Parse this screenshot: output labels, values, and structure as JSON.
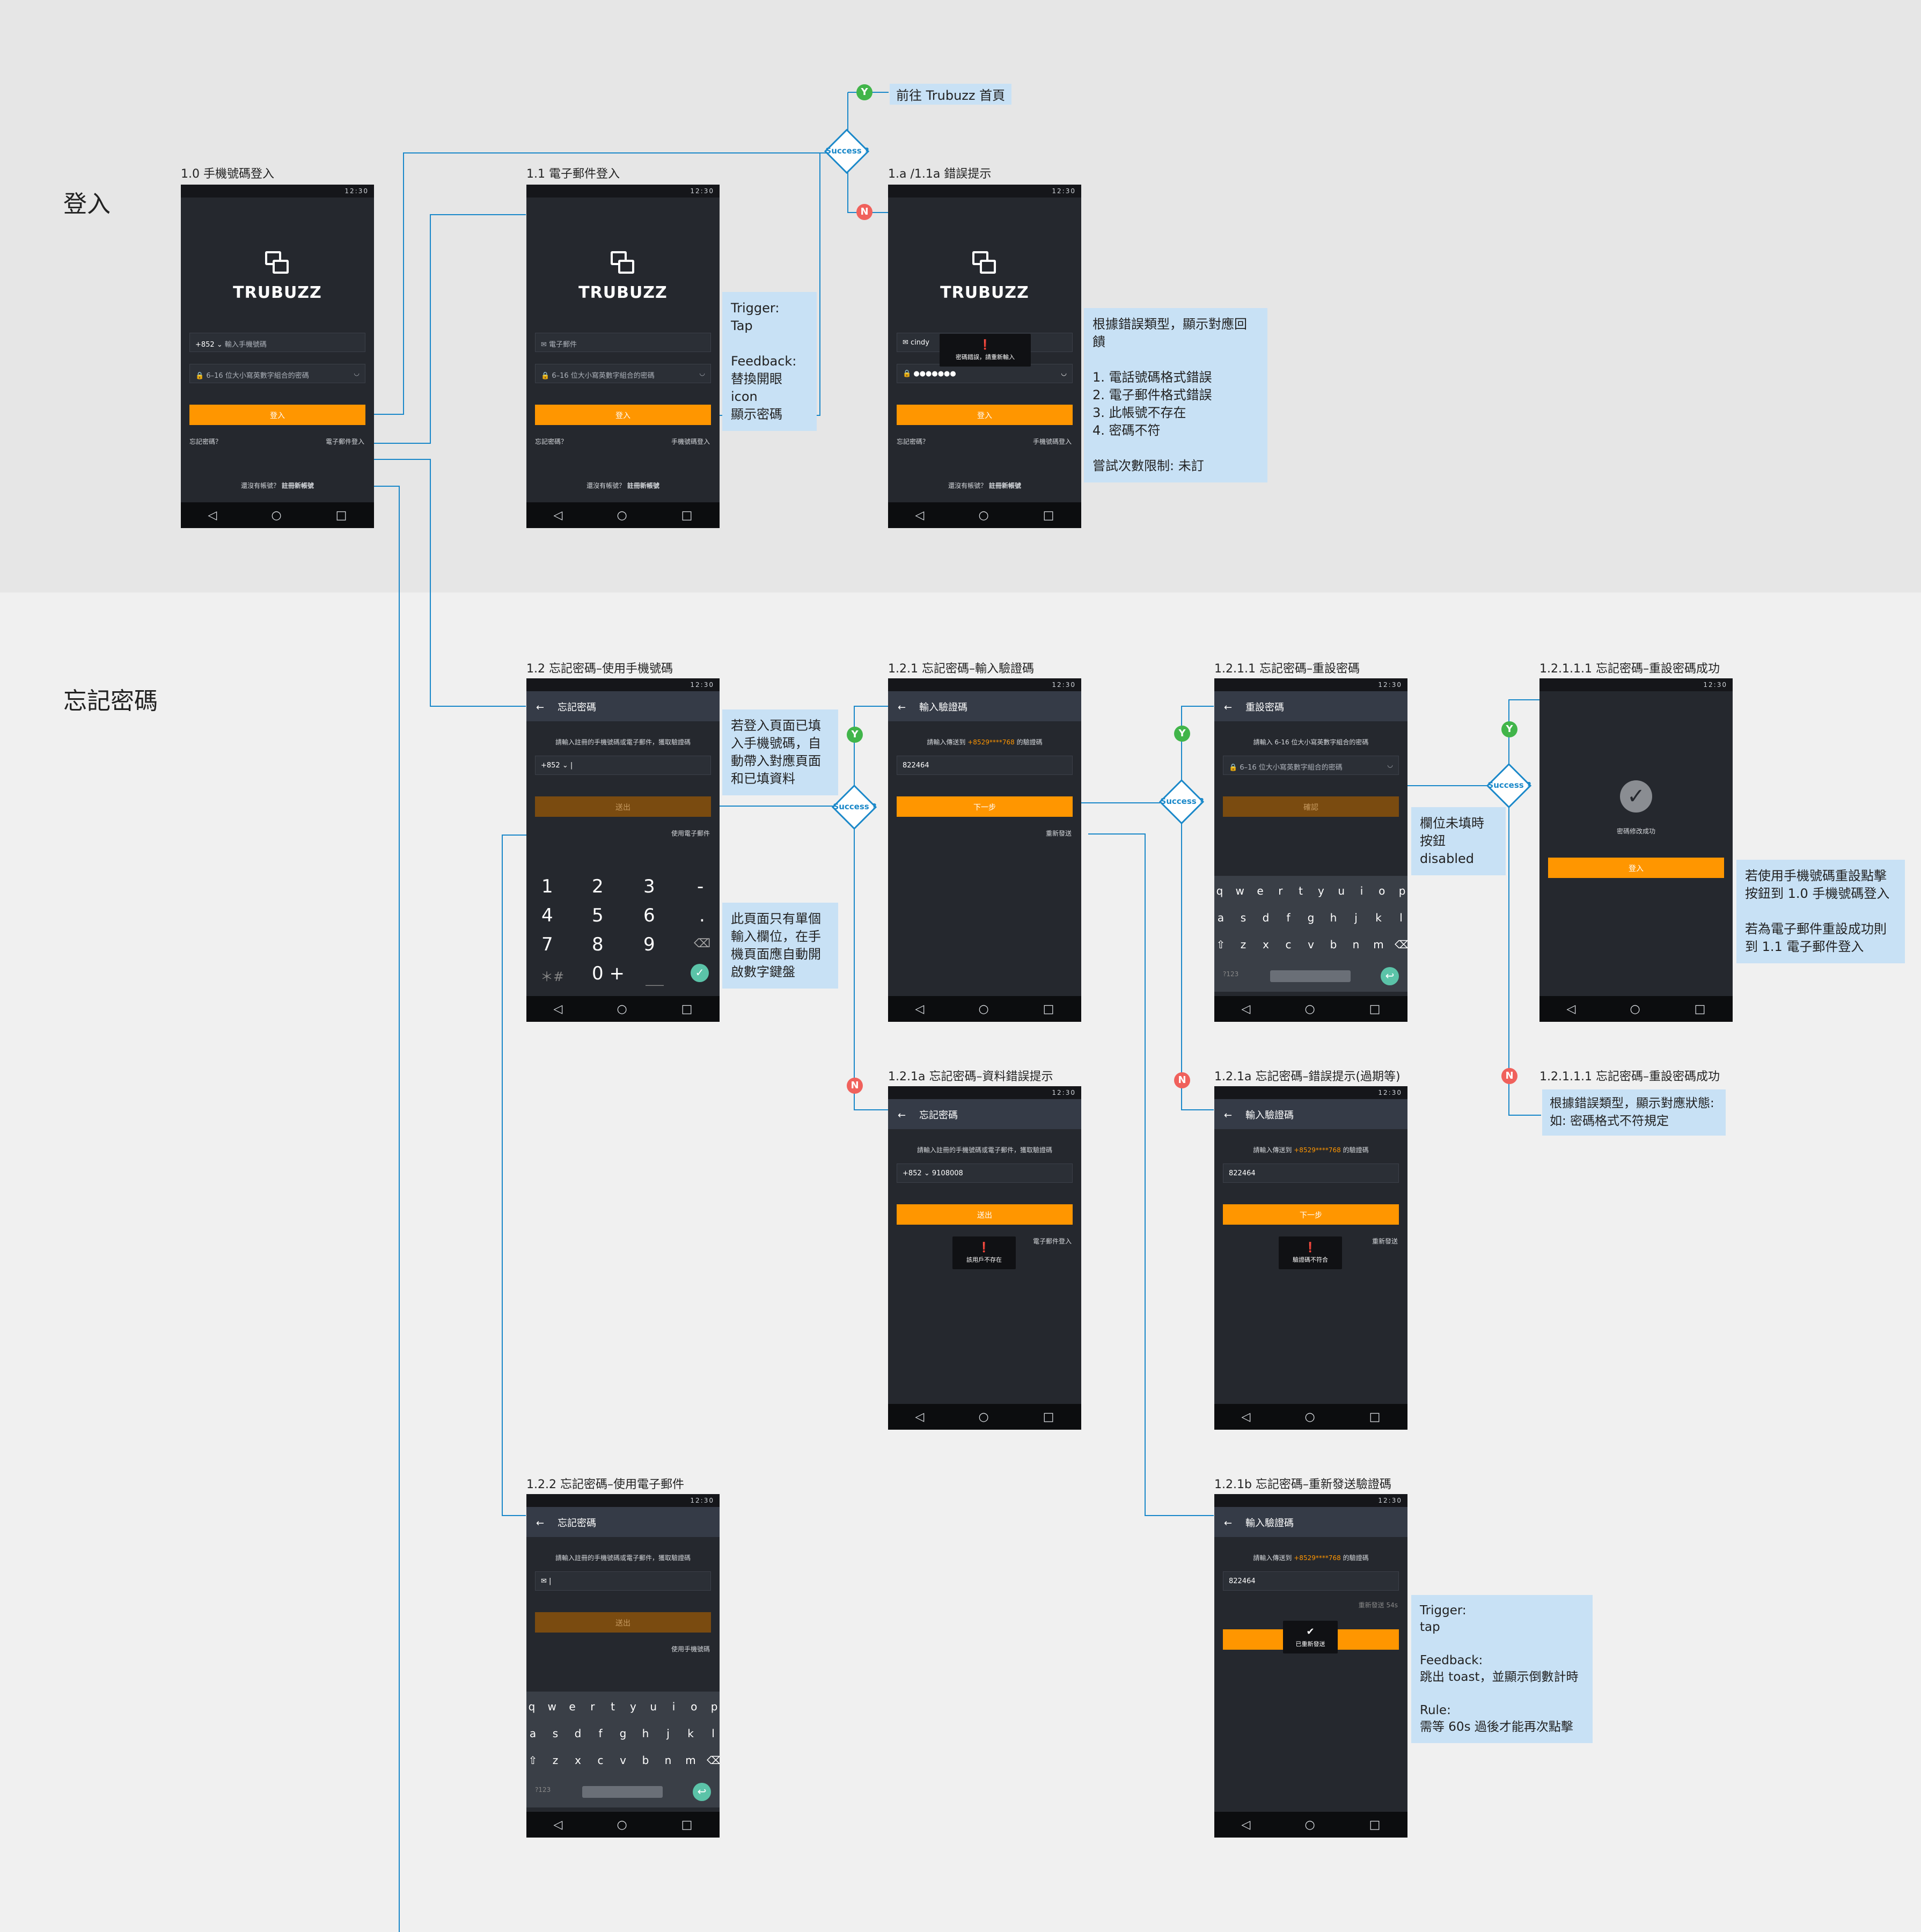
{
  "sections": {
    "login": "登入",
    "forgot": "忘記密碼"
  },
  "status_time": "12:30",
  "brand": "TRUBUZZ",
  "screens": {
    "s1_0": {
      "title": "1.0 手機號碼登入",
      "country": "+852 ⌄",
      "phone_placeholder": "輸入手機號碼",
      "pwd_placeholder": "6–16 位大小寫英數字組合的密碼",
      "login": "登入",
      "forgot": "忘記密碼？",
      "email_login": "電子郵件登入",
      "no_account": "還沒有帳號？",
      "register": "註冊新帳號"
    },
    "s1_1": {
      "title": "1.1 電子郵件登入",
      "email_placeholder": "電子郵件",
      "pwd_placeholder": "6–16 位大小寫英數字組合的密碼",
      "login": "登入",
      "forgot": "忘記密碼？",
      "phone_login": "手機號碼登入",
      "no_account": "還沒有帳號？",
      "register": "註冊新帳號"
    },
    "s1_a": {
      "title": "1.a /1.1a 錯誤提示",
      "email_value": "cindy",
      "pwd_value": "●●●●●●●",
      "toast": "密碼錯誤，請重新輸入",
      "login": "登入",
      "forgot": "忘記密碼？",
      "phone_login": "手機號碼登入",
      "no_account": "還沒有帳號？",
      "register": "註冊新帳號"
    },
    "s1_2": {
      "title": "1.2 忘記密碼–使用手機號碼",
      "appbar": "忘記密碼",
      "hint": "請輸入註冊的手機號碼或電子郵件，獲取驗證碼",
      "country": "+852 ⌄",
      "cursor": "|",
      "send": "送出",
      "use_email": "使用電子郵件",
      "keys": [
        "1",
        "2",
        "3",
        "-",
        "4",
        "5",
        "6",
        ".",
        "7",
        "8",
        "9",
        "⌫",
        "＊#",
        "0 +",
        "＿",
        "✓"
      ]
    },
    "s1_2_1": {
      "title": "1.2.1 忘記密碼–輸入驗證碼",
      "appbar": "輸入驗證碼",
      "hint_pre": "請輸入傳送到",
      "hint_num": "+8529****768",
      "hint_post": "的驗證碼",
      "code": "822464",
      "next": "下一步",
      "resend": "重新發送"
    },
    "s1_2_1_1": {
      "title": "1.2.1.1 忘記密碼–重設密碼",
      "appbar": "重設密碼",
      "hint": "請輸入 6-16 位大小寫英數字組合的密碼",
      "pwd_placeholder": "6–16 位大小寫英數字組合的密碼",
      "confirm": "確認"
    },
    "s1_2_1_1_1": {
      "title": "1.2.1.1.1 忘記密碼–重設密碼成功",
      "check": "✓",
      "done": "密碼修改成功",
      "login": "登入"
    },
    "s1_2_1a": {
      "title": "1.2.1a 忘記密碼–資料錯誤提示",
      "appbar": "忘記密碼",
      "hint": "請輸入註冊的手機號碼或電子郵件，獲取驗證碼",
      "country": "+852 ⌄",
      "phone_value": "9108008",
      "send": "送出",
      "email_login": "電子郵件登入",
      "toast": "該用戶不存在"
    },
    "s1_2_1a_exp": {
      "title": "1.2.1a 忘記密碼–錯誤提示(過期等)",
      "appbar": "輸入驗證碼",
      "hint_pre": "請輸入傳送到",
      "hint_num": "+8529****768",
      "hint_post": "的驗證碼",
      "code": "822464",
      "next": "下一步",
      "resend": "重新發送",
      "toast": "驗證碼不符合"
    },
    "s1_2_1_1_1_err": {
      "title": "1.2.1.1.1 忘記密碼–重設密碼成功"
    },
    "s1_2_2": {
      "title": "1.2.2 忘記密碼–使用電子郵件",
      "appbar": "忘記密碼",
      "hint": "請輸入註冊的手機號碼或電子郵件，獲取驗證碼",
      "cursor": "|",
      "send": "送出",
      "use_phone": "使用手機號碼"
    },
    "s1_2_1b": {
      "title": "1.2.1b 忘記密碼–重新發送驗證碼",
      "appbar": "輸入驗證碼",
      "hint_pre": "請輸入傳送到",
      "hint_num": "+8529****768",
      "hint_post": "的驗證碼",
      "code": "822464",
      "countdown": "重新發送 54s",
      "toast": "已重新發送"
    }
  },
  "keyboard": {
    "row1": [
      "q",
      "w",
      "e",
      "r",
      "t",
      "y",
      "u",
      "i",
      "o",
      "p"
    ],
    "row2": [
      "a",
      "s",
      "d",
      "f",
      "g",
      "h",
      "j",
      "k",
      "l"
    ],
    "row3": [
      "⇧",
      "z",
      "x",
      "c",
      "v",
      "b",
      "n",
      "m",
      "⌫"
    ],
    "num_key": "?123",
    "ok": "↩"
  },
  "nav": {
    "back": "◁",
    "home": "○",
    "recent": "□"
  },
  "flow": {
    "success_label": "Success ?",
    "yes": "Y",
    "no": "N",
    "to_home": "前往 Trubuzz 首頁"
  },
  "notes": {
    "n1_1": "Trigger:\nTap\n\nFeedback:\n替換開眼 icon\n顯示密碼",
    "n1_a": "根據錯誤類型，顯示對應回饋\n\n1. 電話號碼格式錯誤\n2. 電子郵件格式錯誤\n3. 此帳號不存在\n4. 密碼不符\n\n嘗試次數限制: 未訂",
    "n1_2a": "若登入頁面已填入手機號碼，自動帶入對應頁面和已填資料",
    "n1_2b": "此頁面只有單個輸入欄位，在手機頁面應自動開啟數字鍵盤",
    "n_disabled": "欄位未填時\n按鈕 disabled",
    "n_success": "若使用手機號碼重設點擊按鈕到 1.0 手機號碼登入\n\n若為電子郵件重設成功則到 1.1 電子郵件登入",
    "n_err": "根據錯誤類型，顯示對應狀態:\n如: 密碼格式不符規定",
    "n_resend": "Trigger:\ntap\n\nFeedback:\n跳出 toast，並顯示倒數計時\n\nRule:\n需等 60s 過後才能再次點擊"
  }
}
